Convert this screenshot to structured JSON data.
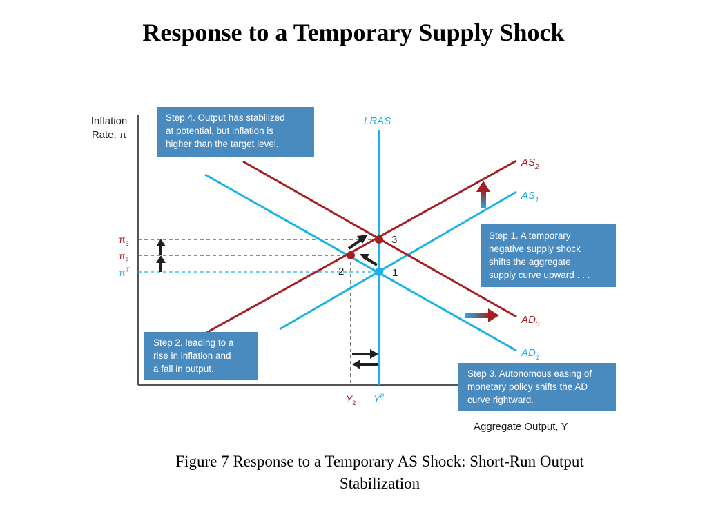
{
  "title": "Response to a Temporary Supply Shock",
  "caption": {
    "line1": "Figure 7  Response to a Temporary AS Shock: Short-Run Output",
    "line2": "Stabilization"
  },
  "axes": {
    "y_label_line1": "Inflation",
    "y_label_line2": "Rate, π",
    "x_label": "Aggregate Output, Y"
  },
  "curves": {
    "lras": "LRAS",
    "as2": "AS",
    "as2_sub": "2",
    "as1": "AS",
    "as1_sub": "1",
    "ad3": "AD",
    "ad3_sub": "3",
    "ad1": "AD",
    "ad1_sub": "1"
  },
  "ticks": {
    "pi3": "π",
    "pi3_sub": "3",
    "pi2": "π",
    "pi2_sub": "2",
    "piT": "π",
    "piT_sup": "T",
    "y2": "Y",
    "y2_sub": "2",
    "yp": "Y",
    "yp_sup": "P"
  },
  "points": {
    "p1": "1",
    "p2": "2",
    "p3": "3"
  },
  "steps": {
    "step1": [
      "Step 1. A temporary",
      "negative supply shock",
      "shifts the aggregate",
      "supply curve upward . . ."
    ],
    "step2": [
      "Step 2. leading to a",
      "rise in inflation and",
      "a fall in output."
    ],
    "step3": [
      "Step 3. Autonomous easing of",
      "monetary policy shifts the AD",
      "curve rightward."
    ],
    "step4": [
      "Step 4. Output has stabilized",
      "at potential, but inflation is",
      "higher than the target level."
    ]
  },
  "colors": {
    "red": "#a31f22",
    "blue": "#1ab3e6",
    "box": "#4a8bbf",
    "dark": "#1f1f1f"
  }
}
